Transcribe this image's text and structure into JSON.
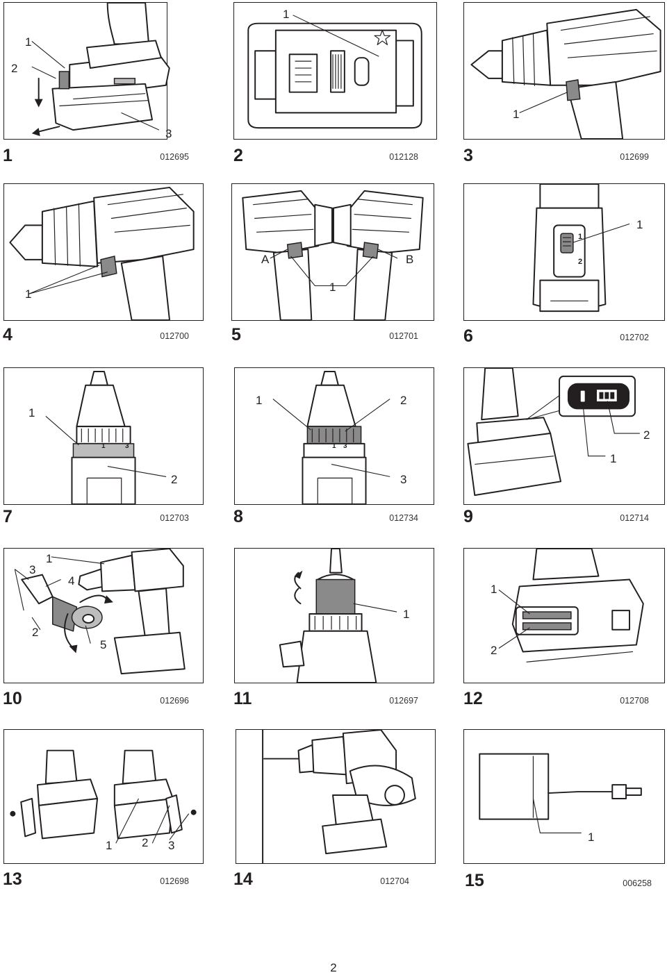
{
  "page_number": "2",
  "figures": [
    {
      "number": "1",
      "code": "012695",
      "callouts": [
        "1",
        "2",
        "3"
      ]
    },
    {
      "number": "2",
      "code": "012128",
      "callouts": [
        "1"
      ]
    },
    {
      "number": "3",
      "code": "012699",
      "callouts": [
        "1"
      ]
    },
    {
      "number": "4",
      "code": "012700",
      "callouts": [
        "1"
      ]
    },
    {
      "number": "5",
      "code": "012701",
      "callouts": [
        "A",
        "B",
        "1"
      ]
    },
    {
      "number": "6",
      "code": "012702",
      "callouts": [
        "1",
        "1",
        "2"
      ]
    },
    {
      "number": "7",
      "code": "012703",
      "callouts": [
        "1",
        "2"
      ]
    },
    {
      "number": "8",
      "code": "012734",
      "callouts": [
        "1",
        "2",
        "3"
      ]
    },
    {
      "number": "9",
      "code": "012714",
      "callouts": [
        "2",
        "1"
      ]
    },
    {
      "number": "10",
      "code": "012696",
      "callouts": [
        "1",
        "3",
        "4",
        "2",
        "5"
      ]
    },
    {
      "number": "11",
      "code": "012697",
      "callouts": [
        "1"
      ]
    },
    {
      "number": "12",
      "code": "012708",
      "callouts": [
        "1",
        "2"
      ]
    },
    {
      "number": "13",
      "code": "012698",
      "callouts": [
        "1",
        "2",
        "3"
      ]
    },
    {
      "number": "14",
      "code": "012704",
      "callouts": []
    },
    {
      "number": "15",
      "code": "006258",
      "callouts": [
        "1"
      ]
    }
  ],
  "ring_marks": {
    "one": "1",
    "three": "3"
  },
  "icons": [
    "battery-icon",
    "star-icon",
    "rotation-arrow-icon",
    "push-arrow-icon",
    "slide-arrow-icon"
  ]
}
